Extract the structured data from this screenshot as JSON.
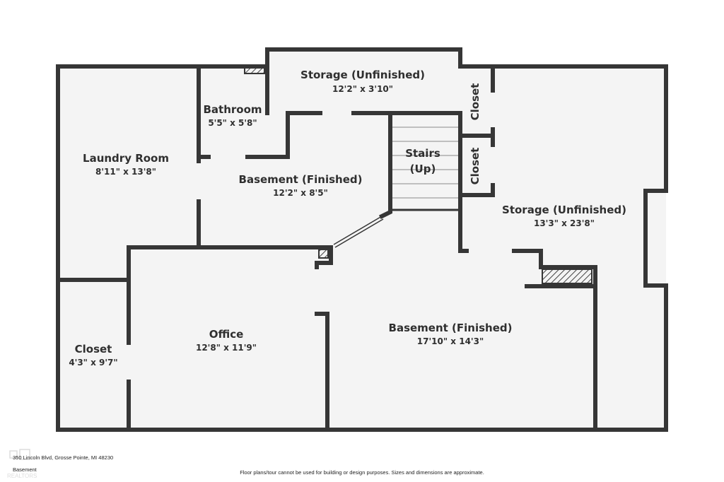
{
  "plan": {
    "floor_label": "Basement",
    "address": "350 Lincoln Blvd, Grosse Pointe, MI 48230",
    "disclaimer": "Floor plans/tour cannot be used for building or design purposes. Sizes and dimensions are approximate.",
    "watermark_text": "REALTORS",
    "rooms": {
      "storage_top": {
        "name": "Storage (Unfinished)",
        "dims": "12'2\" x 3'10\""
      },
      "bathroom": {
        "name": "Bathroom",
        "dims": "5'5\" x 5'8\""
      },
      "laundry": {
        "name": "Laundry Room",
        "dims": "8'11\" x 13'8\""
      },
      "basement_top": {
        "name": "Basement (Finished)",
        "dims": "12'2\" x 8'5\""
      },
      "stairs": {
        "line1": "Stairs",
        "line2": "(Up)"
      },
      "closet_right_1": {
        "name": "Closet"
      },
      "closet_right_2": {
        "name": "Closet"
      },
      "storage_right": {
        "name": "Storage (Unfinished)",
        "dims": "13'3\" x 23'8\""
      },
      "office": {
        "name": "Office",
        "dims": "12'8\" x 11'9\""
      },
      "closet_left": {
        "name": "Closet",
        "dims": "4'3\" x 9'7\""
      },
      "basement_main": {
        "name": "Basement (Finished)",
        "dims": "17'10\" x 14'3\""
      }
    }
  }
}
